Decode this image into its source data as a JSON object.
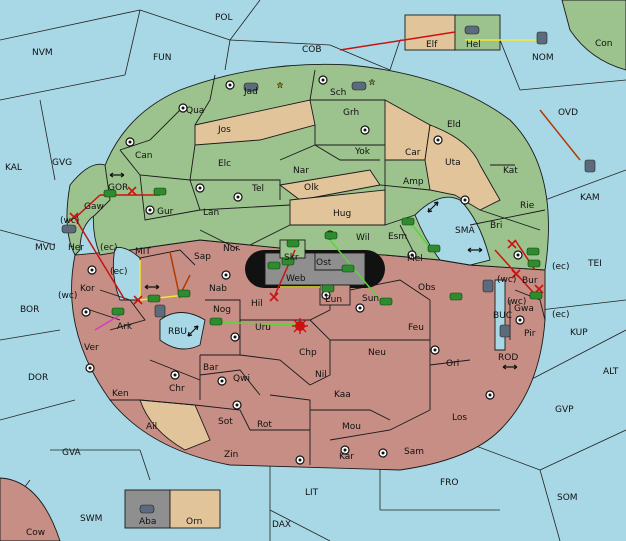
{
  "colors": {
    "sea": "#a8d8e6",
    "green": "#9cc28e",
    "red": "#c68e84",
    "tan": "#e2c49a",
    "gray": "#8f8f8f",
    "unit_green": "#2e8b2e",
    "unit_gray": "#5b6b7b",
    "arrow_red": "#cc1111",
    "arrow_yellow": "#f2e830",
    "arrow_green": "#5bd43a",
    "arrow_brown": "#b33a00",
    "arrow_magenta": "#d63ac8"
  },
  "sea_labels": [
    "POL",
    "NVM",
    "FUN",
    "COB",
    "NOM",
    "Con",
    "OVD",
    "KAL",
    "GVG",
    "KAM",
    "MVU",
    "TEI",
    "SMA",
    "BOR",
    "KUP",
    "ALT",
    "DOR",
    "GVP",
    "GVA",
    "FRO",
    "SOM",
    "LIT",
    "SWM",
    "DAX",
    "MIT",
    "RBU",
    "BUC",
    "ROD",
    "GOR",
    "Cow"
  ],
  "land_labels": [
    "Elf",
    "Hel",
    "Jad",
    "Sch",
    "Qua",
    "Jos",
    "Grh",
    "Can",
    "Eld",
    "Yok",
    "Car",
    "Elc",
    "Nar",
    "Uta",
    "Kat",
    "Tel",
    "Olk",
    "Amp",
    "Gaw",
    "Gur",
    "Lan",
    "Hug",
    "Rie",
    "Bri",
    "Esm",
    "Wil",
    "Nor",
    "Skr",
    "Her",
    "Sap",
    "Ost",
    "Web",
    "Mel",
    "Kor",
    "Nab",
    "Eun",
    "Hil",
    "Obs",
    "Bur",
    "Gwa",
    "Ark",
    "Nog",
    "Uru",
    "Sun",
    "Ver",
    "Feu",
    "Pir",
    "Chp",
    "Neu",
    "Orl",
    "Bar",
    "Qwi",
    "Nil",
    "Ken",
    "Chr",
    "Kaa",
    "Los",
    "Ail",
    "Sot",
    "Rot",
    "Mou",
    "Zin",
    "Kar",
    "Sam",
    "Aba",
    "Orn"
  ],
  "coast_tags": [
    "(wc)",
    "(ec)",
    "(wc)",
    "(ec)",
    "(wc)",
    "(ec)",
    "(wc)",
    "(ec)"
  ]
}
